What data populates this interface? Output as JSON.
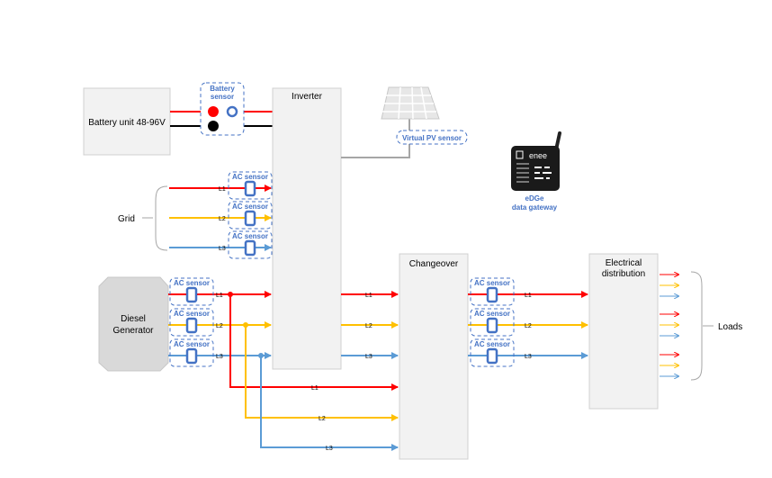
{
  "battery": {
    "label": "Battery unit 48-96V"
  },
  "battery_sensor": {
    "line1": "Battery",
    "line2": "sensor"
  },
  "inverter": {
    "label": "Inverter"
  },
  "virtual_pv": {
    "label": "Virtual PV sensor"
  },
  "gateway": {
    "brand": "enee",
    "line1": "eDGe",
    "line2": "data gateway"
  },
  "grid": {
    "label": "Grid"
  },
  "generator": {
    "line1": "Diesel",
    "line2": "Generator"
  },
  "changeover": {
    "label": "Changeover"
  },
  "distribution": {
    "line1": "Electrical",
    "line2": "distribution"
  },
  "loads": {
    "label": "Loads"
  },
  "ac_sensor_label": "AC sensor",
  "phases": {
    "l1": "L1",
    "l2": "L2",
    "l3": "L3"
  },
  "colors": {
    "l1": "#ff0000",
    "l2": "#ffc000",
    "l3": "#5b9bd5",
    "sensor_blue": "#4472c4",
    "box_fill": "#f2f2f2",
    "box_stroke": "#bfbfbf"
  }
}
